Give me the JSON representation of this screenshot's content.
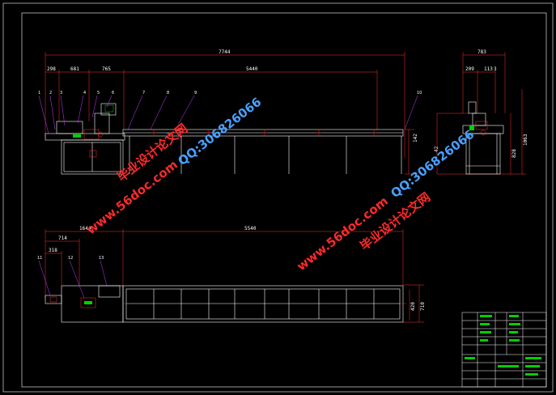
{
  "colors": {
    "background": "#000000",
    "frame": "#ffffff",
    "outline": "#ffffff",
    "dimension": "#ff3030",
    "leader": "#c040ff",
    "centerline": "#ff2020",
    "table": "#ffffff",
    "hatch_green": "#00d000",
    "watermark_red": "#ff2a2a",
    "watermark_blue": "#4aa0ff"
  },
  "front_view": {
    "dimensions": {
      "overall": "7744",
      "d1": "298",
      "d2": "681",
      "d3": "765",
      "d4": "5440",
      "height_right": "142",
      "height_right2": "42"
    },
    "balloons": [
      "1",
      "2",
      "3",
      "4",
      "5",
      "6",
      "7",
      "8",
      "9",
      "10"
    ]
  },
  "side_view": {
    "dimensions": {
      "width": "783",
      "d1": "209",
      "d2": "113",
      "d3": "3",
      "h1": "828",
      "h2": "1063"
    }
  },
  "plan_view": {
    "dimensions": {
      "d1": "1644",
      "d2": "714",
      "d3": "318",
      "d4": "5540",
      "w1": "420",
      "w2": "710"
    },
    "balloons": [
      "11",
      "12",
      "13"
    ]
  },
  "watermarks": {
    "w1_red": "毕业设计论文网",
    "w1_red_url": "www.56doc.com",
    "w1_blue": "QQ:306826066",
    "w2_red_url": "www.56doc.com",
    "w2_red": "毕业设计论文网",
    "w2_blue": "QQ:306826066"
  }
}
